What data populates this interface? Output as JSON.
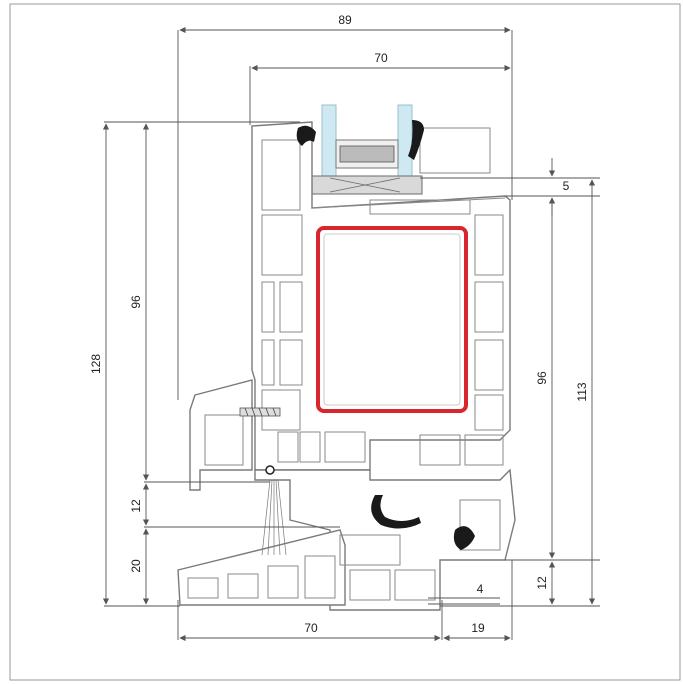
{
  "diagram": {
    "dimensions": {
      "overall_width": "89",
      "sash_width": "70",
      "frame_width_bottom": "70",
      "bottom_offset": "19",
      "left_total_height": "128",
      "left_sash_height": "96",
      "left_gap": "12",
      "left_sill": "20",
      "right_sash_height": "96",
      "right_total_height": "113",
      "right_top_gap": "5",
      "right_bottom_gap": "12",
      "small_offset": "4"
    },
    "colors": {
      "reinforcement": "#d7262e",
      "profile_stroke": "#7a7a7a",
      "gasket": "#1a1a1a",
      "glass": "#cfe9f3",
      "dimension_line": "#555555",
      "frame_border": "#9a9a9a"
    }
  }
}
